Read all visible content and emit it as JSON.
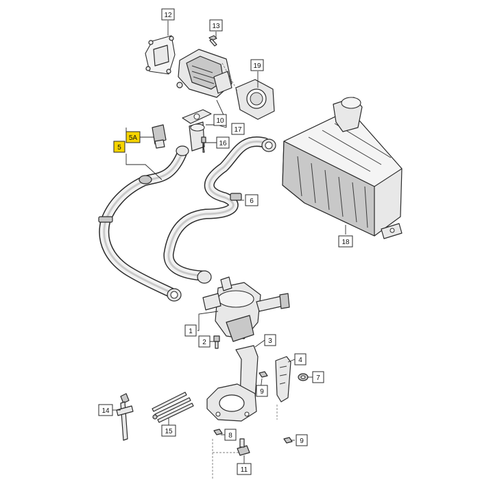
{
  "callouts": [
    {
      "id": "12",
      "text": "12"
    },
    {
      "id": "13",
      "text": "13"
    },
    {
      "id": "19",
      "text": "19"
    },
    {
      "id": "10",
      "text": "10"
    },
    {
      "id": "17",
      "text": "17"
    },
    {
      "id": "16",
      "text": "16"
    },
    {
      "id": "5A",
      "text": "5A",
      "highlight": true
    },
    {
      "id": "5",
      "text": "5",
      "highlight": true
    },
    {
      "id": "6",
      "text": "6"
    },
    {
      "id": "18",
      "text": "18"
    },
    {
      "id": "1",
      "text": "1"
    },
    {
      "id": "2",
      "text": "2"
    },
    {
      "id": "3",
      "text": "3"
    },
    {
      "id": "4",
      "text": "4"
    },
    {
      "id": "7",
      "text": "7"
    },
    {
      "id": "9a",
      "text": "9"
    },
    {
      "id": "14",
      "text": "14"
    },
    {
      "id": "15",
      "text": "15"
    },
    {
      "id": "8",
      "text": "8"
    },
    {
      "id": "9b",
      "text": "9"
    },
    {
      "id": "11",
      "text": "11"
    }
  ],
  "colors": {
    "highlight": "#f6d400",
    "outline": "#2a2a2a",
    "part_fill": "#e8e8e8"
  }
}
